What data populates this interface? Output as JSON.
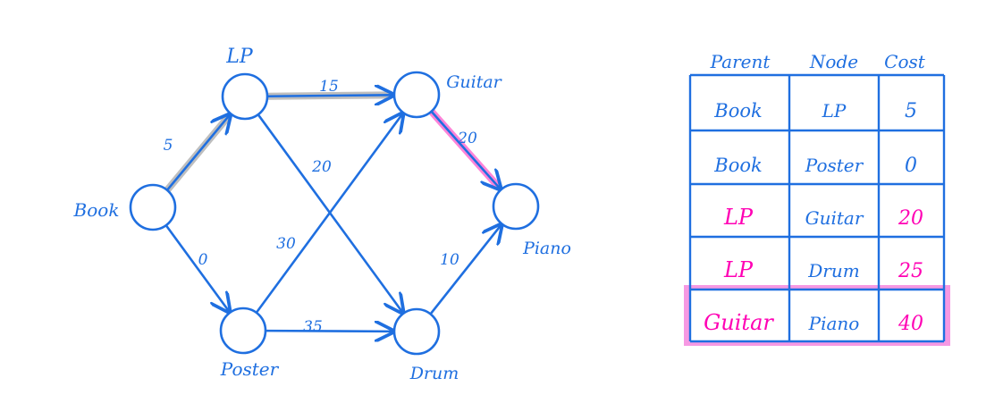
{
  "graph": {
    "nodes": [
      {
        "id": "book",
        "label": "Book"
      },
      {
        "id": "lp",
        "label": "LP"
      },
      {
        "id": "poster",
        "label": "Poster"
      },
      {
        "id": "guitar",
        "label": "Guitar"
      },
      {
        "id": "drum",
        "label": "Drum"
      },
      {
        "id": "piano",
        "label": "Piano"
      }
    ],
    "edges": [
      {
        "from": "book",
        "to": "lp",
        "weight": "5",
        "highlight": "gray"
      },
      {
        "from": "book",
        "to": "poster",
        "weight": "0",
        "highlight": "none"
      },
      {
        "from": "lp",
        "to": "guitar",
        "weight": "15",
        "highlight": "gray"
      },
      {
        "from": "lp",
        "to": "drum",
        "weight": "20",
        "highlight": "none"
      },
      {
        "from": "poster",
        "to": "guitar",
        "weight": "30",
        "highlight": "none"
      },
      {
        "from": "poster",
        "to": "drum",
        "weight": "35",
        "highlight": "none"
      },
      {
        "from": "guitar",
        "to": "piano",
        "weight": "20",
        "highlight": "pink"
      },
      {
        "from": "drum",
        "to": "piano",
        "weight": "10",
        "highlight": "none"
      }
    ]
  },
  "table": {
    "headers": [
      "Parent",
      "Node",
      "Cost"
    ],
    "rows": [
      {
        "parent": "Book",
        "node": "LP",
        "cost": "5",
        "updated": false
      },
      {
        "parent": "Book",
        "node": "Poster",
        "cost": "0",
        "updated": false
      },
      {
        "parent": "LP",
        "node": "Guitar",
        "cost": "20",
        "updated": true
      },
      {
        "parent": "LP",
        "node": "Drum",
        "cost": "25",
        "updated": true
      },
      {
        "parent": "Guitar",
        "node": "Piano",
        "cost": "40",
        "updated": true
      }
    ],
    "highlighted_row": 4
  },
  "colors": {
    "ink": "#1f6fe0",
    "update": "#ff00b4",
    "path_gray": "#b7b7b7",
    "path_pink": "#ff6fd2"
  }
}
